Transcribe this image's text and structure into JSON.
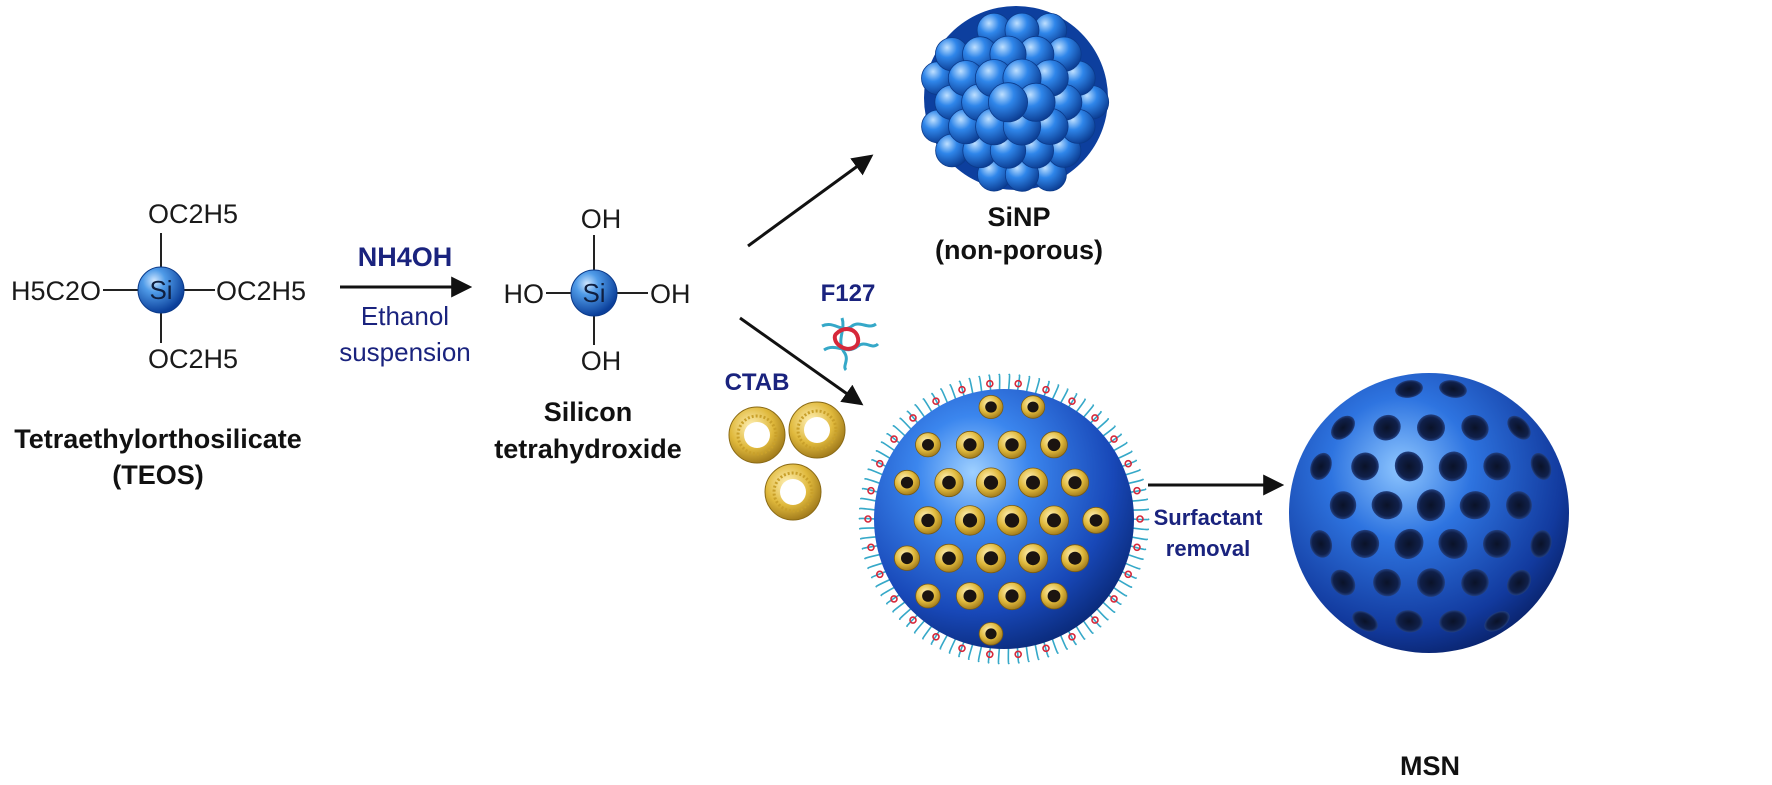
{
  "teos": {
    "group_top": "OC2H5",
    "group_left": "H5C2O",
    "group_right": "OC2H5",
    "group_bottom": "OC2H5",
    "center_atom": "Si",
    "name_line1": "Tetraethylorthosilicate",
    "name_line2": "(TEOS)"
  },
  "reaction1": {
    "reagent": "NH4OH",
    "condition_line1": "Ethanol",
    "condition_line2": "suspension"
  },
  "silicic": {
    "group_top": "OH",
    "group_left": "HO",
    "group_right": "OH",
    "group_bottom": "OH",
    "center_atom": "Si",
    "name_line1": "Silicon",
    "name_line2": "tetrahydroxide"
  },
  "sinp": {
    "name_line1": "SiNP",
    "name_line2": "(non-porous)"
  },
  "templates": {
    "f127": "F127",
    "ctab": "CTAB"
  },
  "reaction2": {
    "line1": "Surfactant",
    "line2": "removal"
  },
  "msn": {
    "name": "MSN"
  },
  "colors": {
    "label_blue": "#1a237e",
    "sphere_blue": "#1f5fd1",
    "ctab_gold": "#e0b93c",
    "f127_cyan": "#35a8c8",
    "f127_red": "#d6283a"
  }
}
